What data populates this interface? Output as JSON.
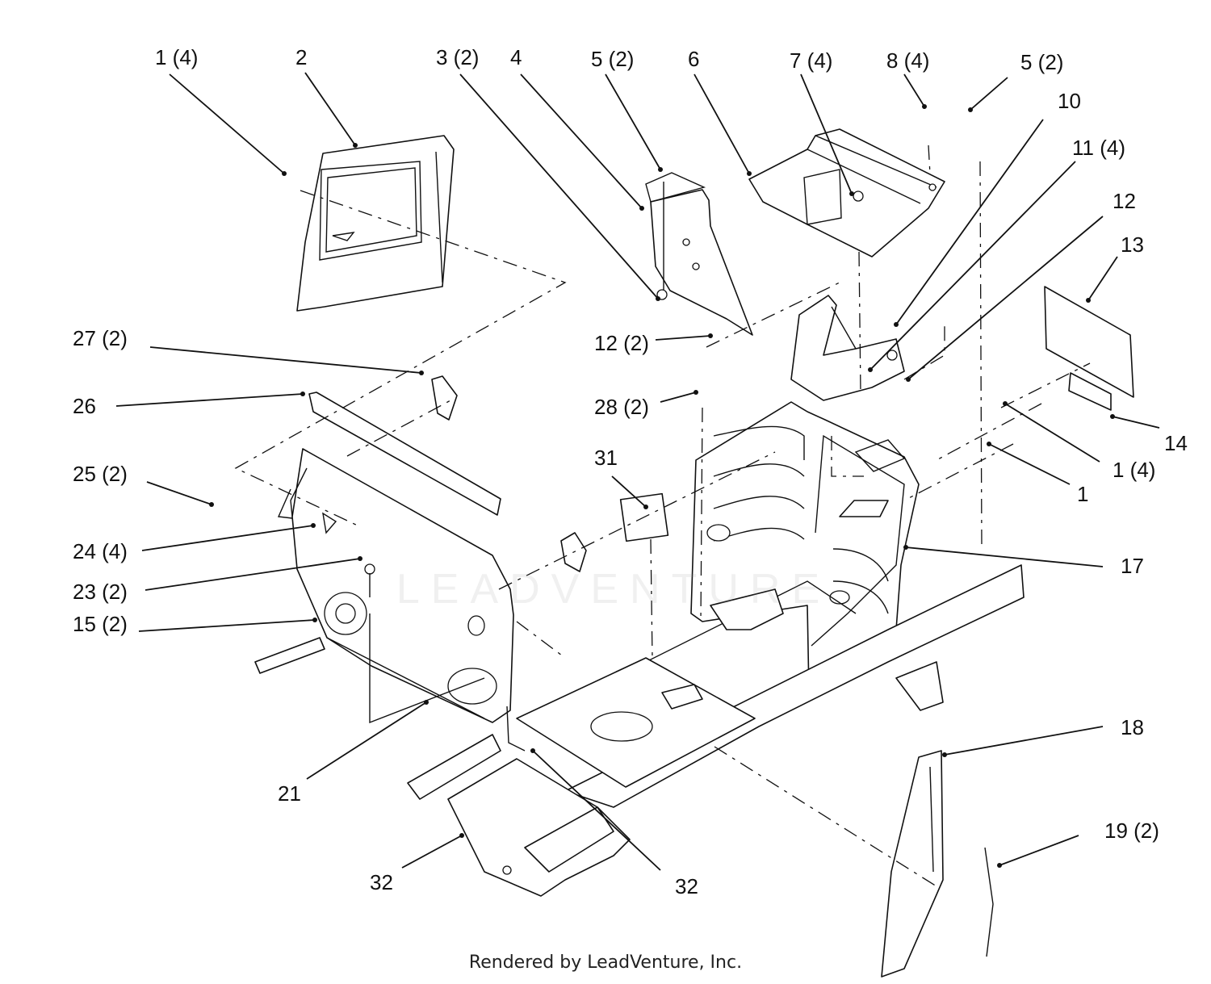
{
  "colors": {
    "line": "#111111",
    "background": "#ffffff",
    "watermark": "#bdbdbd"
  },
  "callouts": [
    {
      "id": "c1a",
      "text": "1 (4)"
    },
    {
      "id": "c2",
      "text": "2"
    },
    {
      "id": "c3",
      "text": "3 (2)"
    },
    {
      "id": "c4",
      "text": "4"
    },
    {
      "id": "c5a",
      "text": "5 (2)"
    },
    {
      "id": "c6",
      "text": "6"
    },
    {
      "id": "c7",
      "text": "7 (4)"
    },
    {
      "id": "c8",
      "text": "8 (4)"
    },
    {
      "id": "c5b",
      "text": "5 (2)"
    },
    {
      "id": "c10",
      "text": "10"
    },
    {
      "id": "c11",
      "text": "11 (4)"
    },
    {
      "id": "c12",
      "text": "12"
    },
    {
      "id": "c13",
      "text": "13"
    },
    {
      "id": "c27",
      "text": "27 (2)"
    },
    {
      "id": "c12b",
      "text": "12 (2)"
    },
    {
      "id": "c26",
      "text": "26"
    },
    {
      "id": "c28",
      "text": "28 (2)"
    },
    {
      "id": "c14",
      "text": "14"
    },
    {
      "id": "c31",
      "text": "31"
    },
    {
      "id": "c25",
      "text": "25 (2)"
    },
    {
      "id": "c1b",
      "text": "1 (4)"
    },
    {
      "id": "c1c",
      "text": "1"
    },
    {
      "id": "c24",
      "text": "24 (4)"
    },
    {
      "id": "c17",
      "text": "17"
    },
    {
      "id": "c23",
      "text": "23 (2)"
    },
    {
      "id": "c15",
      "text": "15 (2)"
    },
    {
      "id": "c18",
      "text": "18"
    },
    {
      "id": "c21",
      "text": "21"
    },
    {
      "id": "c19",
      "text": "19 (2)"
    },
    {
      "id": "c32a",
      "text": "32"
    },
    {
      "id": "c32b",
      "text": "32"
    }
  ],
  "watermark": "LEADVENTURE",
  "footer": "Rendered by LeadVenture, Inc."
}
